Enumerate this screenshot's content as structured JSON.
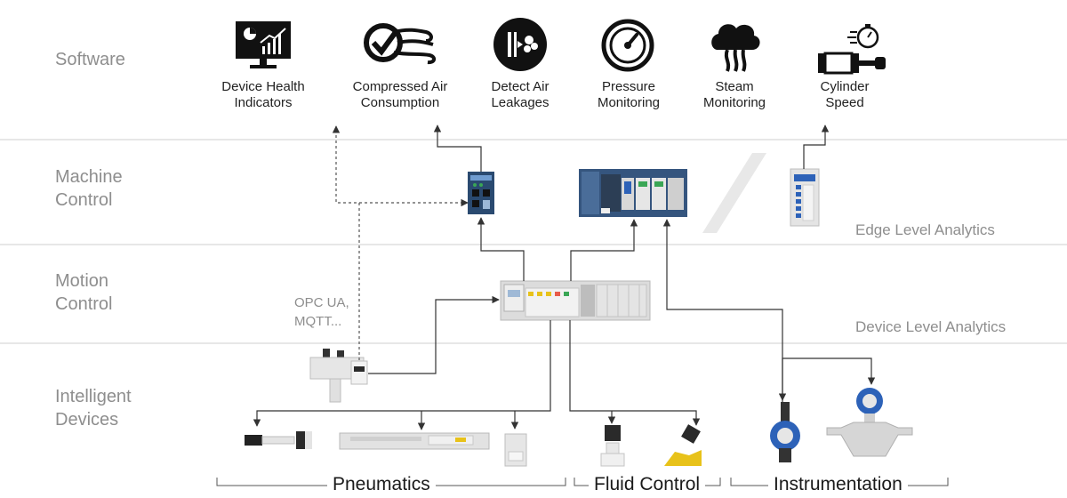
{
  "layers": {
    "software": "Software",
    "machine_control": "Machine\nControl",
    "motion_control": "Motion\nControl",
    "intelligent_devices": "Intelligent\nDevices"
  },
  "software_apps": [
    {
      "label": "Device Health\nIndicators",
      "icon": "monitor-chart-icon"
    },
    {
      "label": "Compressed Air\nConsumption",
      "icon": "air-flow-check-icon"
    },
    {
      "label": "Detect Air\nLeakages",
      "icon": "leak-detection-icon"
    },
    {
      "label": "Pressure\nMonitoring",
      "icon": "pressure-gauge-icon"
    },
    {
      "label": "Steam\nMonitoring",
      "icon": "steam-icon"
    },
    {
      "label": "Cylinder\nSpeed",
      "icon": "cylinder-stopwatch-icon"
    }
  ],
  "analytics": {
    "edge": "Edge Level Analytics",
    "device": "Device Level Analytics"
  },
  "protocols": "OPC UA,\nMQTT...",
  "groups": {
    "pneumatics": "Pneumatics",
    "fluid_control": "Fluid Control",
    "instrumentation": "Instrumentation"
  },
  "colors": {
    "icon_dark": "#111111",
    "layer_text": "#8e8e8e",
    "divider": "#cfcfcf",
    "device_blue": "#2d62b8",
    "accent_yellow": "#e8c21a",
    "led_green": "#3aa655"
  }
}
